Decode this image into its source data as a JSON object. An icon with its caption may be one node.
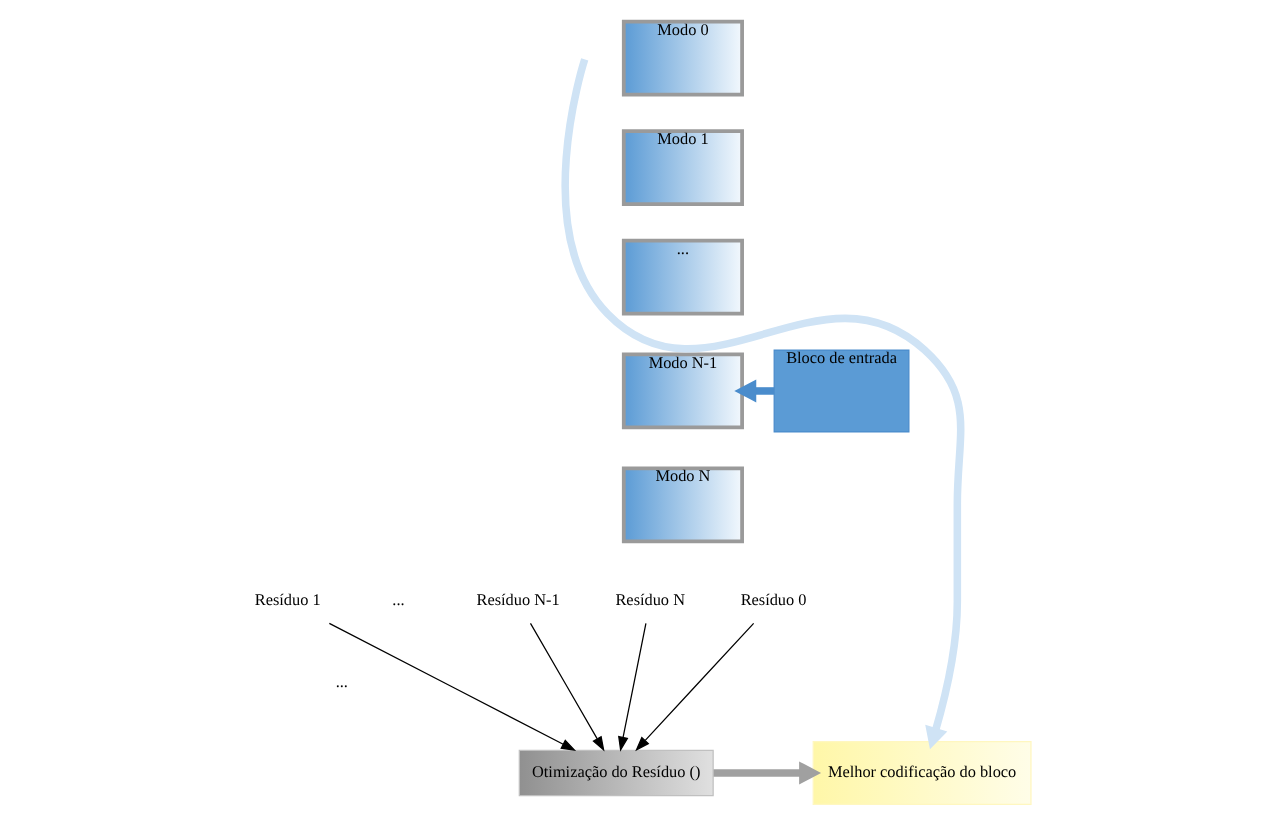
{
  "diagram": {
    "nodes": [
      {
        "text": [
          "Modo 0"
        ]
      },
      {
        "text": [
          "Modo 1"
        ]
      },
      {
        "text": [
          "..."
        ]
      },
      {
        "text": [
          "Modo N-1"
        ]
      },
      {
        "text": [
          "Modo N"
        ]
      },
      {
        "text": [
          "Bloco de entrada"
        ]
      },
      {
        "text": [
          "Resíduo 0"
        ]
      },
      {
        "text": [
          "Resíduo 1"
        ]
      },
      {
        "text": [
          "Resíduo N-1"
        ]
      },
      {
        "text": [
          "Resíduo N"
        ]
      },
      {
        "text": [
          "Otimização do Resíduo ()"
        ]
      },
      {
        "text": [
          "Melhor codificação do bloco"
        ]
      }
    ],
    "edges": [
      {
        "from": 5,
        "to": 3,
        "arrow": "to",
        "style": "thick",
        "color": "#4a8ccc"
      },
      {
        "from": null,
        "to": 11,
        "arrow": "to",
        "style": "thick",
        "color": "#cfe3f5"
      },
      {
        "from": 6,
        "to": 10,
        "arrow": "to"
      },
      {
        "from": 7,
        "to": 10,
        "arrow": "to"
      },
      {
        "from": 8,
        "to": 10,
        "arrow": "to"
      },
      {
        "from": 9,
        "to": 10,
        "arrow": "to"
      },
      {
        "from": 10,
        "to": 11,
        "arrow": "to",
        "style": "thick",
        "color": "#a0a0a0"
      }
    ],
    "labels": [
      "...",
      "..."
    ]
  }
}
